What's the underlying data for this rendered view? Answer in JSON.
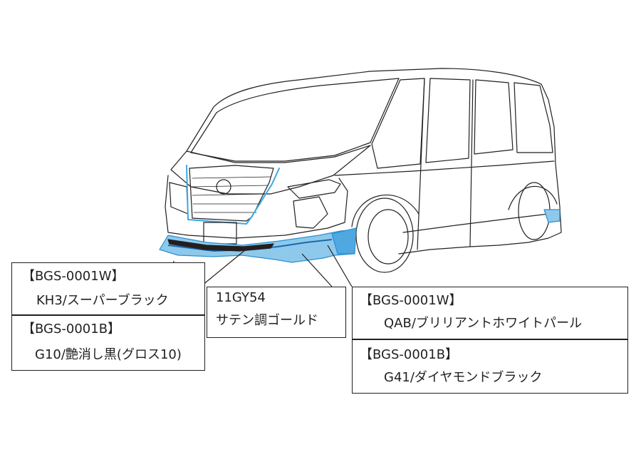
{
  "callouts": {
    "kh3": {
      "code": "【BGS-0001W】",
      "color": "KH3/スーパーブラック"
    },
    "g10": {
      "code": "【BGS-0001B】",
      "color": "G10/艶消し黒(グロス10)"
    },
    "center": {
      "code": "11GY54",
      "color": "サテン調ゴールド"
    },
    "qab": {
      "code": "【BGS-0001W】",
      "color": "QAB/ブリリアントホワイトパール"
    },
    "g41": {
      "code": "【BGS-0001B】",
      "color": "G41/ダイヤモンドブラック"
    }
  },
  "colors": {
    "outline": "#231f20",
    "spoiler_fill": "#8ec9ec",
    "spoiler_stroke": "#2a8fd1",
    "chrome_accent": "#38a9e4"
  }
}
